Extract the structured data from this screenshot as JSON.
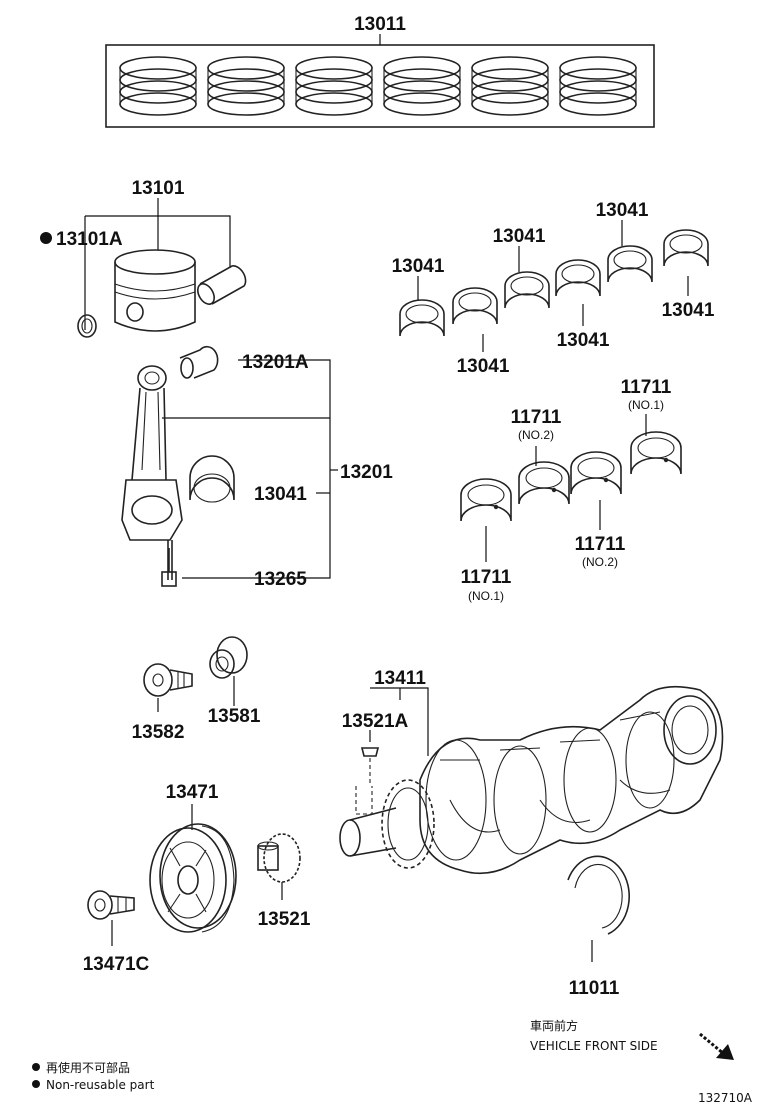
{
  "labels": {
    "p13011": "13011",
    "p13101": "13101",
    "p13101A": "13101A",
    "p13201A": "13201A",
    "p13201": "13201",
    "p13041_rod": "13041",
    "p13265": "13265",
    "p13041_a": "13041",
    "p13041_b": "13041",
    "p13041_c": "13041",
    "p13041_d": "13041",
    "p13041_e": "13041",
    "p13041_f": "13041",
    "p11711_a": "11711",
    "p11711_a_note": "(NO.1)",
    "p11711_b": "11711",
    "p11711_b_note": "(NO.2)",
    "p11711_c": "11711",
    "p11711_c_note": "(NO.2)",
    "p11711_d": "11711",
    "p11711_d_note": "(NO.1)",
    "p13582": "13582",
    "p13581": "13581",
    "p13411": "13411",
    "p13521A": "13521A",
    "p13471": "13471",
    "p13471C": "13471C",
    "p13521": "13521",
    "p11011": "11011"
  },
  "direction": {
    "jp": "車両前方",
    "en": "VEHICLE FRONT SIDE"
  },
  "legend": {
    "jp": "再使用不可部品",
    "en": "Non-reusable part"
  },
  "figure_id": "132710A"
}
